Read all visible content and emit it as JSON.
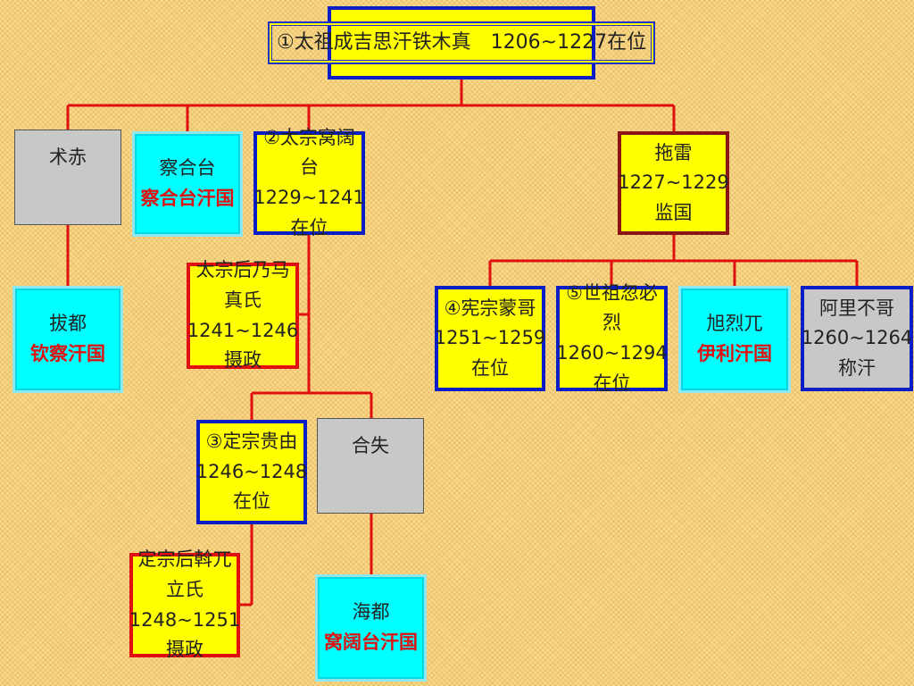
{
  "diagram": {
    "nodes": {
      "genghis": {
        "line1": "①太祖成吉思汗铁木真　1206~1227在位"
      },
      "jochi": {
        "line1": "术赤"
      },
      "chagatai": {
        "line1": "察合台",
        "line2": "察合台汗国"
      },
      "ogedei": {
        "line1": "②太宗窝阔台",
        "line2": "1229~1241在位"
      },
      "tolui": {
        "line1": "拖雷",
        "line2": "1227~1229监国"
      },
      "batu": {
        "line1": "拔都",
        "line2": "钦察汗国"
      },
      "toregene": {
        "line1": "太宗后乃马真氏",
        "line2": "1241~1246摄政"
      },
      "mongke": {
        "line1": "④宪宗蒙哥",
        "line2": "1251~1259在位"
      },
      "kublai": {
        "line1": "⑤世祖忽必烈",
        "line2": "1260~1294在位"
      },
      "hulagu": {
        "line1": "旭烈兀",
        "line2": "伊利汗国"
      },
      "ariqboke": {
        "line1": "阿里不哥",
        "line2": "1260~1264称汗"
      },
      "guyuk": {
        "line1": "③定宗贵由",
        "line2": "1246~1248在位"
      },
      "kashin": {
        "line1": "合失"
      },
      "oghul": {
        "line1": "定宗后斡兀立氏",
        "line2": "1248~1251摄政"
      },
      "kaidu": {
        "line1": "海都",
        "line2": "窝阔台汗国"
      }
    },
    "colors": {
      "line": "#e01010",
      "emperor_fill": "#ffff00",
      "emperor_border": "#0a1ec8",
      "regent_border": "#e01010",
      "khanate_fill": "#00ffff",
      "other_fill": "#c8c8c8"
    }
  }
}
